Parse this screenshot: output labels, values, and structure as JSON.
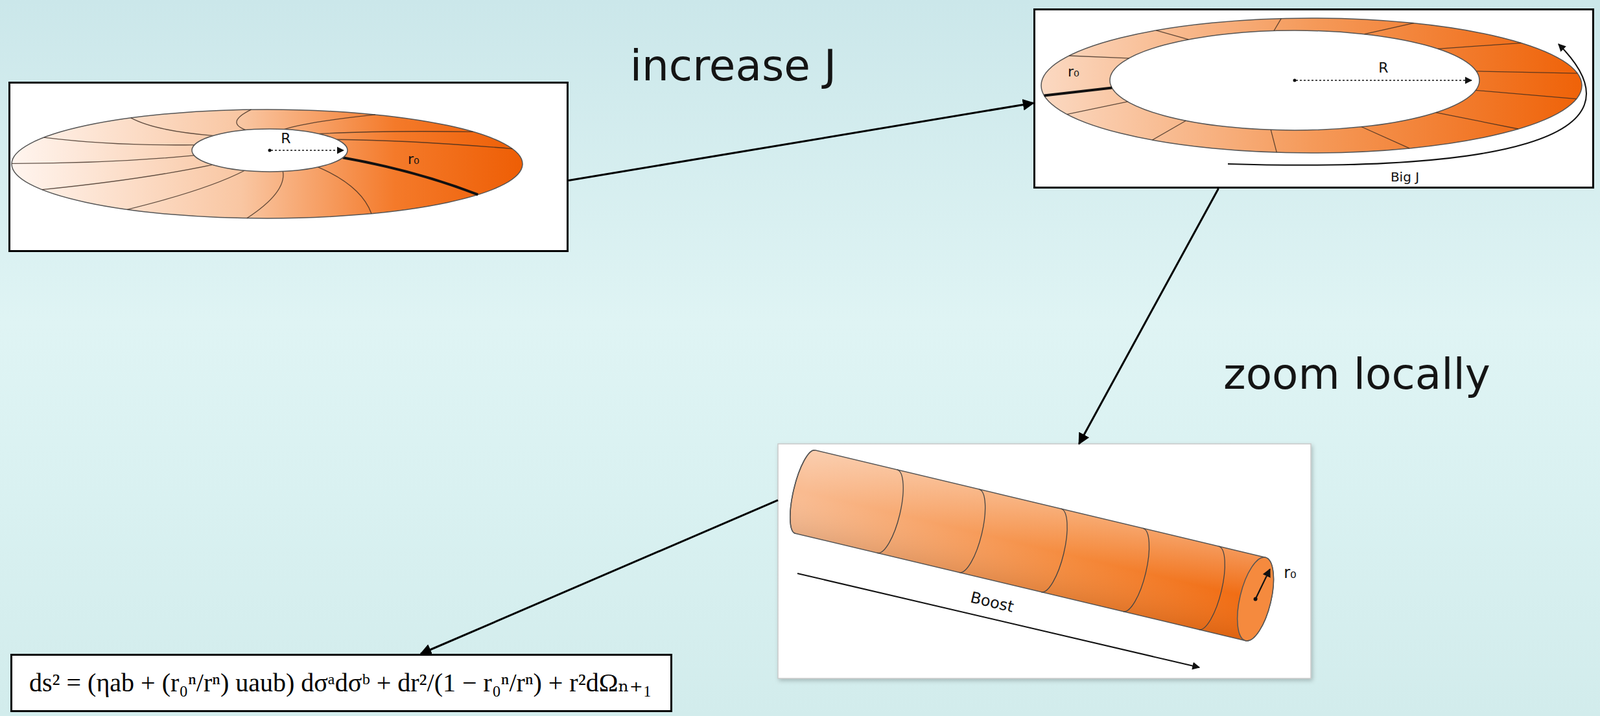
{
  "diagram": {
    "nodes": [
      {
        "text": [
          "R",
          "r₀"
        ]
      },
      {
        "text": [
          "r₀",
          "R",
          "Big J"
        ]
      },
      {
        "text": [
          "r₀",
          "Boost"
        ]
      },
      {
        "text": [
          "ds² = (ηab + (r₀ⁿ/rⁿ) uaub) dσᵃdσᵇ + dr²/(1 − r₀ⁿ/rⁿ) + r²dΩₙ₊₁"
        ]
      }
    ],
    "edges": [
      {
        "from": 0,
        "to": 1,
        "arrow": "to",
        "label": "increase J"
      },
      {
        "from": 1,
        "to": 2,
        "arrow": "to",
        "label": "zoom locally"
      },
      {
        "from": 2,
        "to": 3,
        "arrow": "to"
      }
    ]
  }
}
